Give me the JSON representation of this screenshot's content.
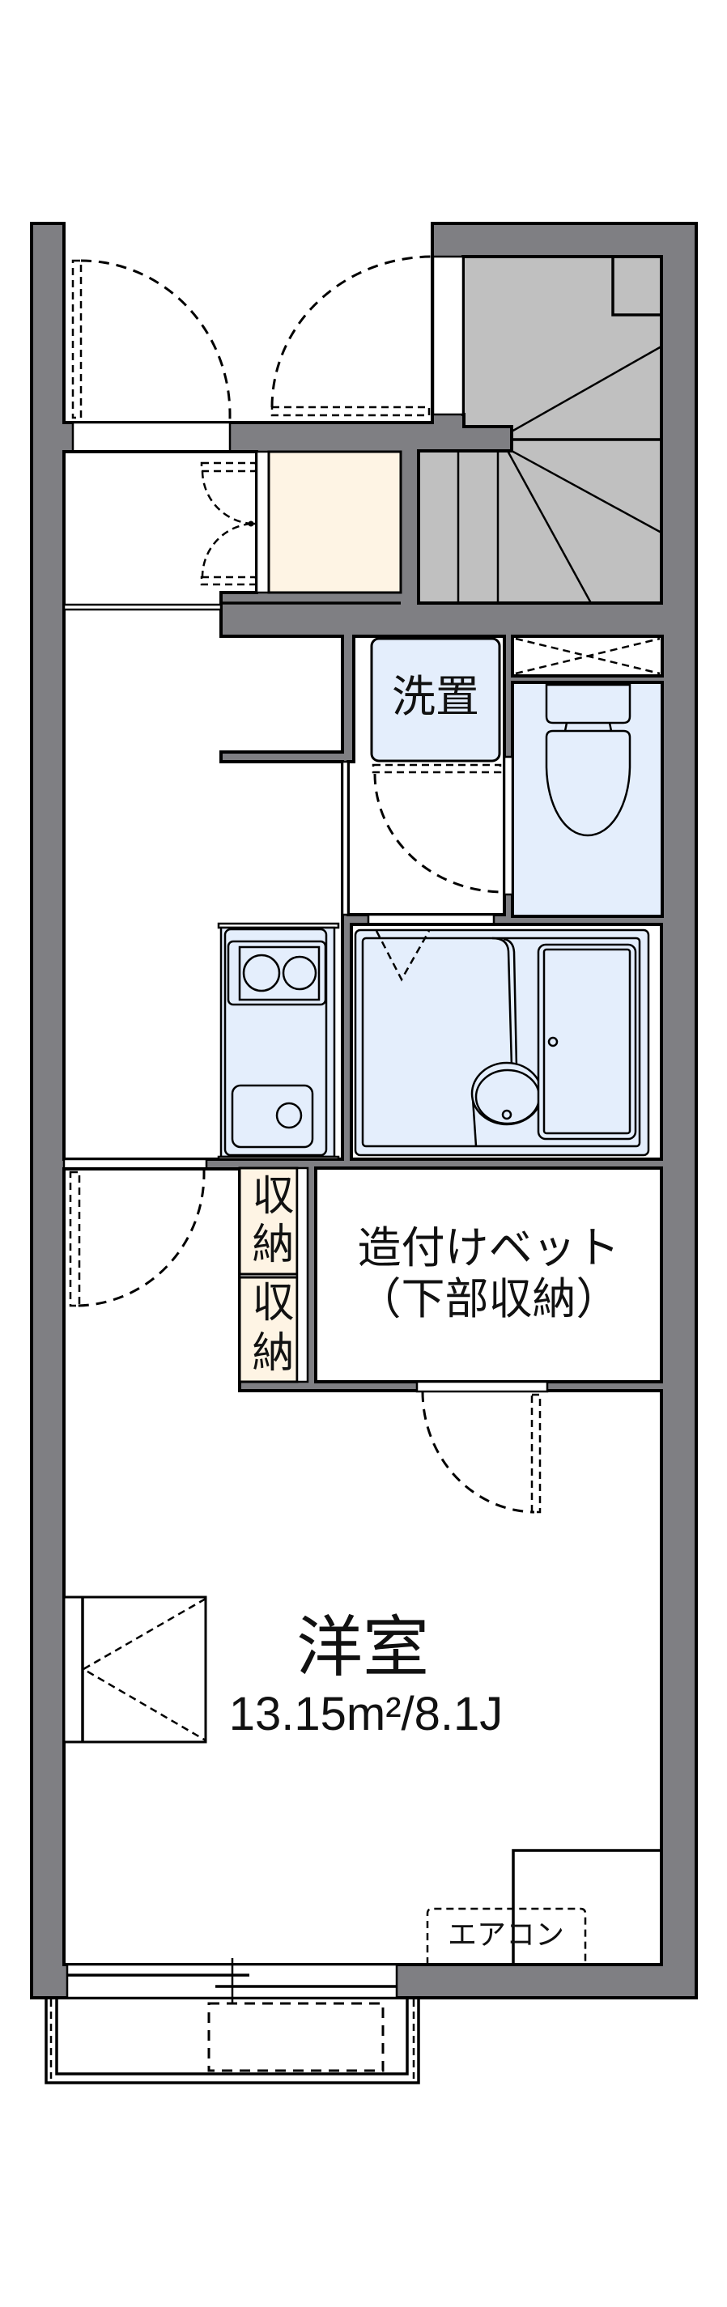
{
  "floor_plan": {
    "rooms": {
      "western_room": {
        "label": "洋室",
        "area": "13.15m²/8.1J"
      },
      "washroom": {
        "fixture_label": "洗置"
      },
      "built_in_bed": {
        "label": "造付けベット",
        "sub_label": "（下部収納）"
      },
      "storage_closets": [
        {
          "label": "収納"
        },
        {
          "label": "収納"
        }
      ]
    },
    "fixtures": {
      "air_conditioner": {
        "label": "エアコン"
      }
    },
    "colors": {
      "wall": "#7f7f83",
      "stairs": "#c0c0c0",
      "wet_area": "#e4eefc",
      "storage": "#fef4e4",
      "line": "#000000",
      "background": "#ffffff",
      "text": "#111111"
    }
  }
}
